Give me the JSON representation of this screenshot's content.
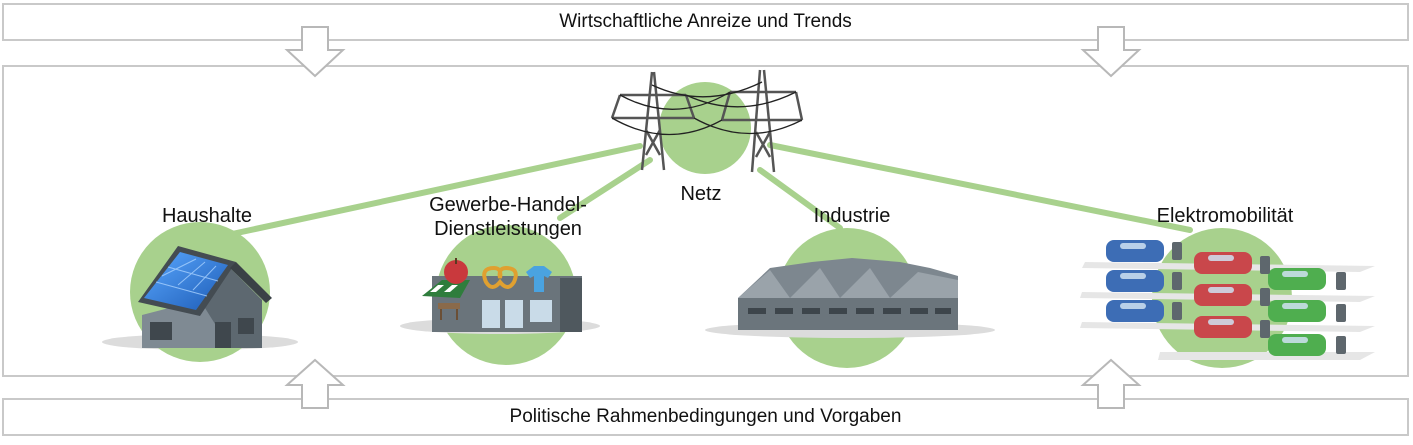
{
  "top_band": {
    "label": "Wirtschaftliche Anreize und Trends"
  },
  "bottom_band": {
    "label": "Politische Rahmenbedingungen und Vorgaben"
  },
  "nodes": {
    "netz": {
      "label": "Netz"
    },
    "haushalte": {
      "label": "Haushalte"
    },
    "gewerbe": {
      "label_line1": "Gewerbe-Handel-",
      "label_line2": "Dienstleistungen"
    },
    "industrie": {
      "label": "Industrie"
    },
    "elektromobilitaet": {
      "label": "Elektromobilität"
    }
  },
  "colors": {
    "node_circle": "#a8d18d",
    "connection": "#a8d18d",
    "frame_border": "#c9c9c9",
    "car_blue": "#3d6db5",
    "car_red": "#c9474b",
    "car_green": "#4fae4f"
  }
}
